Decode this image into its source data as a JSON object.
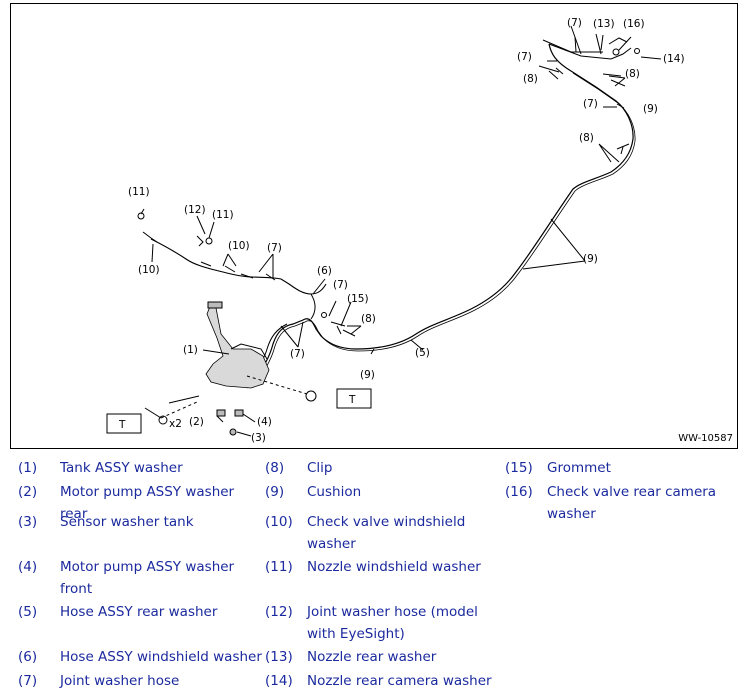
{
  "figure_id": "WW-10587",
  "torque_mark": "T",
  "callouts": {
    "c1": "(1)",
    "c3": "(3)",
    "c4": "(4)",
    "c2": "(2)",
    "c5": "(5)",
    "c6": "(6)",
    "c7": "(7)",
    "c8": "(8)",
    "c9": "(9)",
    "c10": "(10)",
    "c11": "(11)",
    "c12": "(12)",
    "c13": "(13)",
    "c14": "(14)",
    "c15": "(15)",
    "c16": "(16)",
    "x2": "x2"
  },
  "legend": [
    {
      "num": "(1)",
      "label": "Tank ASSY washer"
    },
    {
      "num": "(2)",
      "label": "Motor pump ASSY washer rear"
    },
    {
      "num": "(3)",
      "label": "Sensor washer tank"
    },
    {
      "num": "(4)",
      "label": "Motor pump ASSY washer front"
    },
    {
      "num": "(5)",
      "label": "Hose ASSY rear washer"
    },
    {
      "num": "(6)",
      "label": "Hose ASSY windshield washer"
    },
    {
      "num": "(7)",
      "label": "Joint washer hose"
    },
    {
      "num": "(8)",
      "label": "Clip"
    },
    {
      "num": "(9)",
      "label": "Cushion"
    },
    {
      "num": "(10)",
      "label": "Check valve windshield washer"
    },
    {
      "num": "(11)",
      "label": "Nozzle windshield washer"
    },
    {
      "num": "(12)",
      "label": "Joint washer hose (model with EyeSight)"
    },
    {
      "num": "(13)",
      "label": "Nozzle rear washer"
    },
    {
      "num": "(14)",
      "label": "Nozzle rear camera washer"
    },
    {
      "num": "(15)",
      "label": "Grommet"
    },
    {
      "num": "(16)",
      "label": "Check valve rear camera washer"
    }
  ]
}
